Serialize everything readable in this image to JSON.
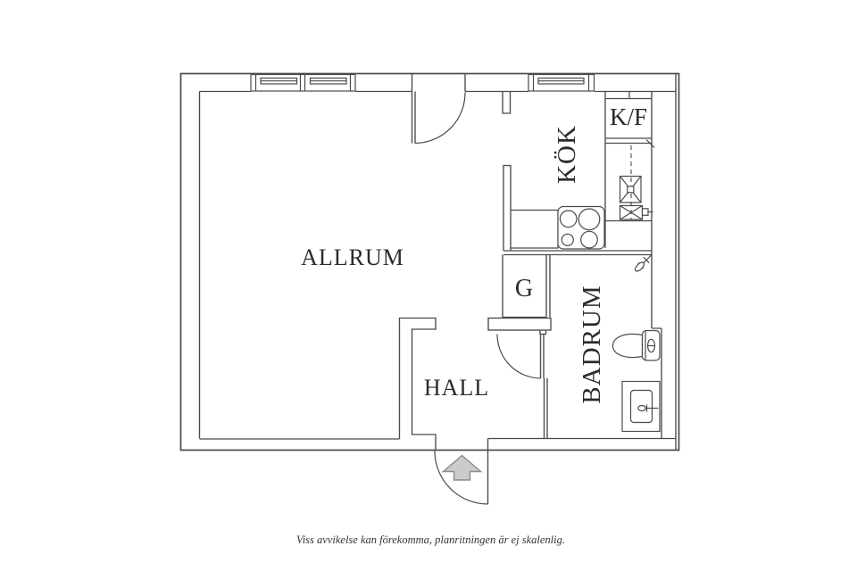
{
  "floorplan": {
    "rooms": {
      "allrum": {
        "label": "ALLRUM"
      },
      "kok": {
        "label": "KÖK"
      },
      "kf": {
        "label": "K/F"
      },
      "g": {
        "label": "G"
      },
      "hall": {
        "label": "HALL"
      },
      "badrum": {
        "label": "BADRUM"
      }
    },
    "caption": "Viss avvikelse kan förekomma, planritningen är ej skalenlig.",
    "colors": {
      "line": "#4a4a4a",
      "background": "#ffffff",
      "text": "#2b2b2b",
      "arrow_fill": "#cbcbc9",
      "arrow_stroke": "#8b8b89"
    },
    "symbols": {
      "entrance_arrow": "up-arrow",
      "entrance_door": "door-swing-arc",
      "balcony_door": "door-swing-arc",
      "bathroom_door": "door-swing-arc",
      "windows": "double-glazed-window",
      "stove": "four-burner-hob",
      "fridge_freezer": "tall-cabinet",
      "sink_unit": "crossed-box-sink",
      "toilet": "wc-toilet",
      "washbasin": "basin-with-tap",
      "shower_mixer": "mixer-tap"
    }
  }
}
